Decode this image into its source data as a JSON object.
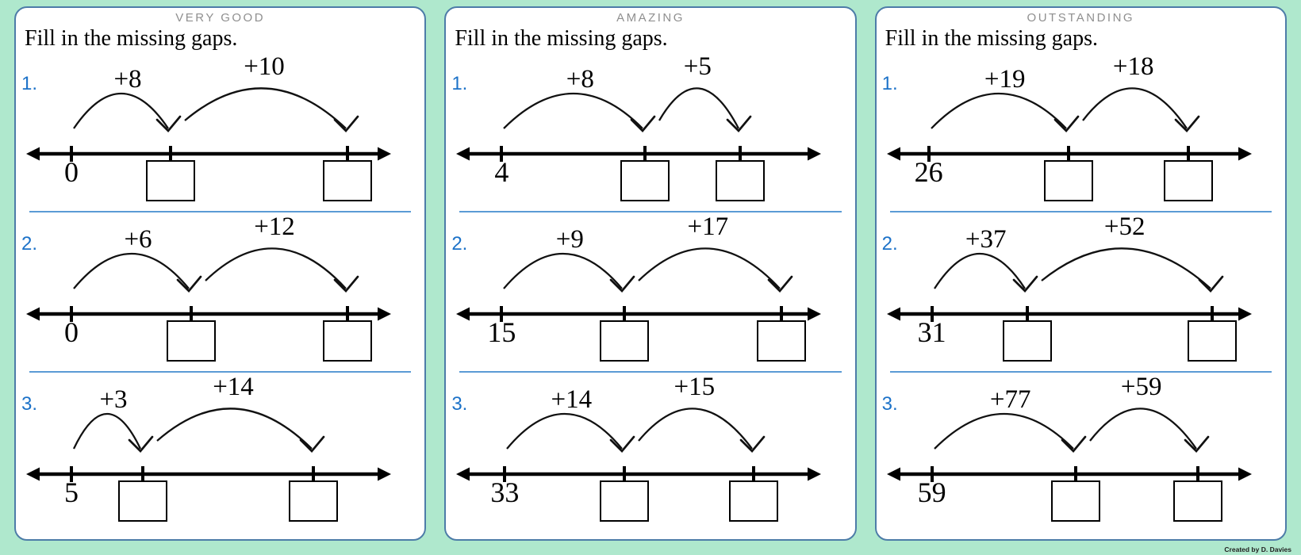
{
  "colors": {
    "background": "#AFE8CD",
    "panel_border": "#4D7CA8",
    "divider": "#5B9BD5",
    "number_blue": "#1C72C8",
    "title_gray": "#8F8F8F",
    "ink": "#000000"
  },
  "credit": "Created by D. Davies",
  "panels": [
    {
      "title": "VERY GOOD",
      "instruction": "Fill in the missing gaps.",
      "problems": [
        {
          "number": "1.",
          "start": "0",
          "jump1": "+8",
          "jump2": "+10",
          "ticks": [
            0.1,
            0.39,
            0.91
          ]
        },
        {
          "number": "2.",
          "start": "0",
          "jump1": "+6",
          "jump2": "+12",
          "ticks": [
            0.1,
            0.45,
            0.91
          ]
        },
        {
          "number": "3.",
          "start": "5",
          "jump1": "+3",
          "jump2": "+14",
          "ticks": [
            0.1,
            0.31,
            0.81
          ]
        }
      ]
    },
    {
      "title": "AMAZING",
      "instruction": "Fill in the missing gaps.",
      "problems": [
        {
          "number": "1.",
          "start": "4",
          "jump1": "+8",
          "jump2": "+5",
          "ticks": [
            0.1,
            0.52,
            0.8
          ]
        },
        {
          "number": "2.",
          "start": "15",
          "jump1": "+9",
          "jump2": "+17",
          "ticks": [
            0.1,
            0.46,
            0.92
          ]
        },
        {
          "number": "3.",
          "start": "33",
          "jump1": "+14",
          "jump2": "+15",
          "ticks": [
            0.11,
            0.46,
            0.84
          ]
        }
      ]
    },
    {
      "title": "OUTSTANDING",
      "instruction": "Fill in the missing gaps.",
      "problems": [
        {
          "number": "1.",
          "start": "26",
          "jump1": "+19",
          "jump2": "+18",
          "ticks": [
            0.09,
            0.5,
            0.85
          ]
        },
        {
          "number": "2.",
          "start": "31",
          "jump1": "+37",
          "jump2": "+52",
          "ticks": [
            0.1,
            0.38,
            0.92
          ]
        },
        {
          "number": "3.",
          "start": "59",
          "jump1": "+77",
          "jump2": "+59",
          "ticks": [
            0.1,
            0.52,
            0.88
          ]
        }
      ]
    }
  ]
}
